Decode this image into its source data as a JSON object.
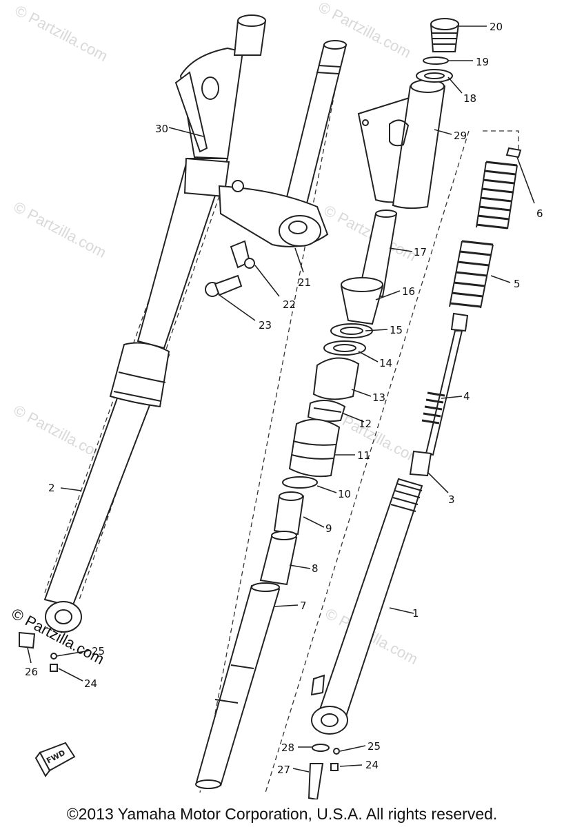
{
  "diagram": {
    "watermark": "© Partzilla.com",
    "direction_badge": "FWD",
    "callouts": [
      "1",
      "2",
      "3",
      "4",
      "5",
      "6",
      "7",
      "8",
      "9",
      "10",
      "11",
      "12",
      "13",
      "14",
      "15",
      "16",
      "17",
      "18",
      "19",
      "20",
      "21",
      "22",
      "23",
      "24",
      "25",
      "26",
      "27",
      "28",
      "29",
      "30"
    ],
    "callouts_extra": [
      "24",
      "25"
    ]
  },
  "footer": {
    "copyright": "©2013 Yamaha Motor Corporation, U.S.A. All rights reserved."
  }
}
